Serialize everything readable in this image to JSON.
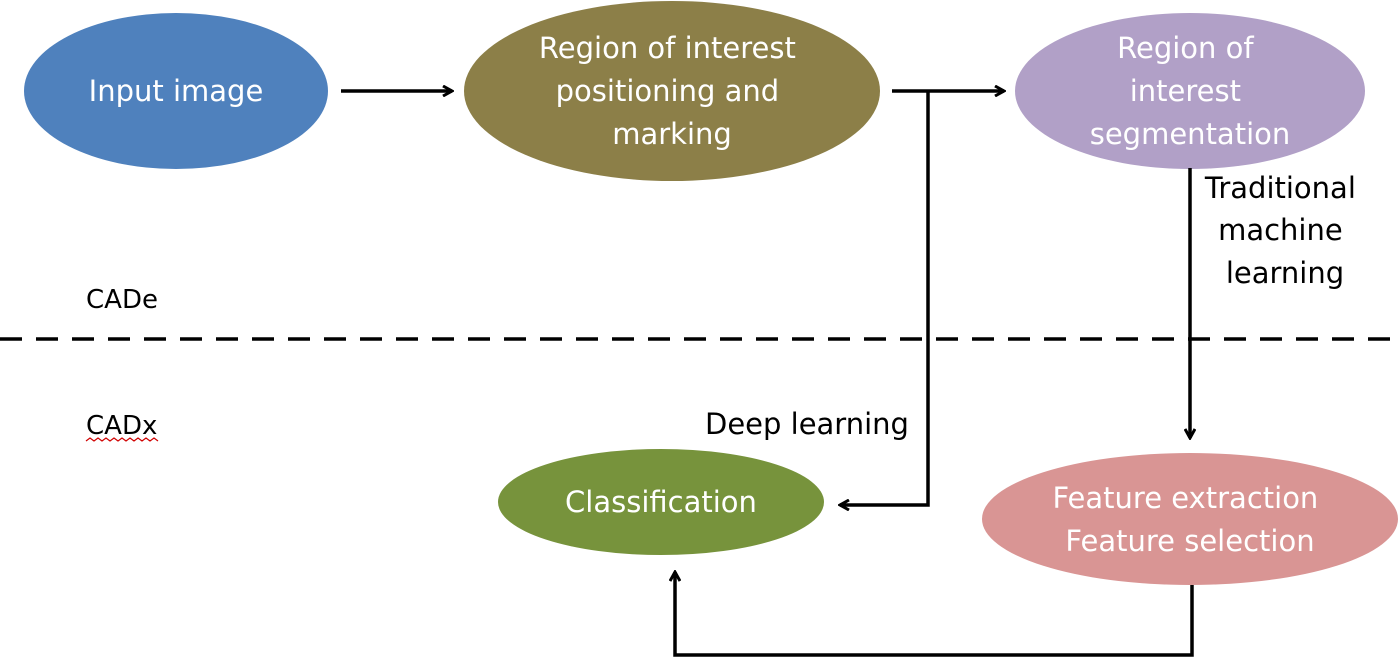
{
  "nodes": {
    "input": {
      "lines": [
        "Input image"
      ],
      "color": "#4f81bd"
    },
    "roi_positioning": {
      "lines": [
        "Region of interest",
        "positioning and",
        "marking"
      ],
      "color": "#8c7f48"
    },
    "roi_segmentation": {
      "lines": [
        "Region of",
        "interest",
        "segmentation"
      ],
      "color": "#b1a0c7"
    },
    "classification": {
      "lines": [
        "Classification"
      ],
      "color": "#77933c"
    },
    "feature": {
      "lines": [
        "Feature extraction",
        "Feature selection"
      ],
      "color": "#d99594"
    }
  },
  "edge_labels": {
    "traditional": {
      "lines": [
        "Traditional",
        "machine",
        "learning"
      ]
    },
    "deep": {
      "lines": [
        "Deep learning"
      ]
    }
  },
  "regions": {
    "cade": "CADe",
    "cadx": "CADx"
  }
}
